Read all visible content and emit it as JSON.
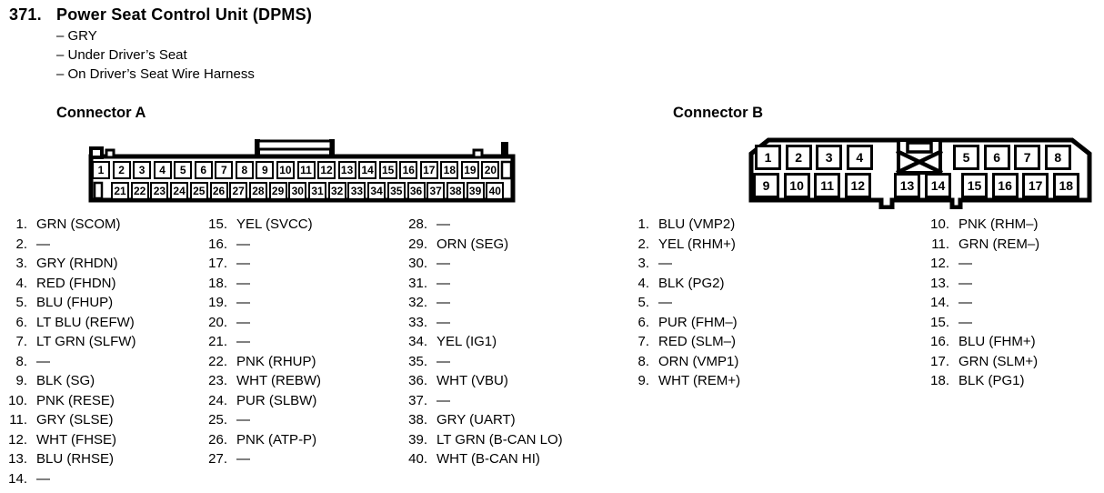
{
  "header": {
    "item_number": "371.",
    "title": "Power Seat Control Unit (DPMS)",
    "details": [
      "– GRY",
      "– Under Driver’s Seat",
      "– On Driver’s Seat Wire Harness"
    ]
  },
  "connector_a": {
    "label": "Connector A",
    "diagram": {
      "row1": [
        "1",
        "2",
        "3",
        "4",
        "5",
        "6",
        "7",
        "8",
        "9",
        "10",
        "11",
        "12",
        "13",
        "14",
        "15",
        "16",
        "17",
        "18",
        "19",
        "20"
      ],
      "row2": [
        "21",
        "22",
        "23",
        "24",
        "25",
        "26",
        "27",
        "28",
        "29",
        "30",
        "31",
        "32",
        "33",
        "34",
        "35",
        "36",
        "37",
        "38",
        "39",
        "40"
      ]
    },
    "pin_columns": [
      [
        {
          "n": "1.",
          "d": "GRN (SCOM)"
        },
        {
          "n": "2.",
          "d": "—"
        },
        {
          "n": "3.",
          "d": "GRY (RHDN)"
        },
        {
          "n": "4.",
          "d": "RED (FHDN)"
        },
        {
          "n": "5.",
          "d": "BLU (FHUP)"
        },
        {
          "n": "6.",
          "d": "LT BLU (REFW)"
        },
        {
          "n": "7.",
          "d": "LT GRN (SLFW)"
        },
        {
          "n": "8.",
          "d": "—"
        },
        {
          "n": "9.",
          "d": "BLK (SG)"
        },
        {
          "n": "10.",
          "d": "PNK (RESE)"
        },
        {
          "n": "11.",
          "d": "GRY (SLSE)"
        },
        {
          "n": "12.",
          "d": "WHT (FHSE)"
        },
        {
          "n": "13.",
          "d": "BLU (RHSE)"
        },
        {
          "n": "14.",
          "d": "—"
        }
      ],
      [
        {
          "n": "15.",
          "d": "YEL (SVCC)"
        },
        {
          "n": "16.",
          "d": "—"
        },
        {
          "n": "17.",
          "d": "—"
        },
        {
          "n": "18.",
          "d": "—"
        },
        {
          "n": "19.",
          "d": "—"
        },
        {
          "n": "20.",
          "d": "—"
        },
        {
          "n": "21.",
          "d": "—"
        },
        {
          "n": "22.",
          "d": "PNK (RHUP)"
        },
        {
          "n": "23.",
          "d": "WHT (REBW)"
        },
        {
          "n": "24.",
          "d": "PUR (SLBW)"
        },
        {
          "n": "25.",
          "d": "—"
        },
        {
          "n": "26.",
          "d": "PNK (ATP-P)"
        },
        {
          "n": "27.",
          "d": "—"
        }
      ],
      [
        {
          "n": "28.",
          "d": "—"
        },
        {
          "n": "29.",
          "d": "ORN (SEG)"
        },
        {
          "n": "30.",
          "d": "—"
        },
        {
          "n": "31.",
          "d": "—"
        },
        {
          "n": "32.",
          "d": "—"
        },
        {
          "n": "33.",
          "d": "—"
        },
        {
          "n": "34.",
          "d": "YEL (IG1)"
        },
        {
          "n": "35.",
          "d": "—"
        },
        {
          "n": "36.",
          "d": "WHT (VBU)"
        },
        {
          "n": "37.",
          "d": "—"
        },
        {
          "n": "38.",
          "d": "GRY (UART)"
        },
        {
          "n": "39.",
          "d": "LT GRN (B-CAN LO)"
        },
        {
          "n": "40.",
          "d": "WHT (B-CAN HI)"
        }
      ]
    ]
  },
  "connector_b": {
    "label": "Connector B",
    "diagram": {
      "row1_left": [
        "1",
        "2",
        "3",
        "4"
      ],
      "row1_right": [
        "5",
        "6",
        "7",
        "8"
      ],
      "row2_left": [
        "9",
        "10",
        "11",
        "12"
      ],
      "row2_mid": [
        "13",
        "14"
      ],
      "row2_right": [
        "15",
        "16",
        "17",
        "18"
      ]
    },
    "pin_columns": [
      [
        {
          "n": "1.",
          "d": "BLU (VMP2)"
        },
        {
          "n": "2.",
          "d": "YEL (RHM+)"
        },
        {
          "n": "3.",
          "d": "—"
        },
        {
          "n": "4.",
          "d": "BLK (PG2)"
        },
        {
          "n": "5.",
          "d": "—"
        },
        {
          "n": "6.",
          "d": "PUR (FHM–)"
        },
        {
          "n": "7.",
          "d": "RED (SLM–)"
        },
        {
          "n": "8.",
          "d": "ORN (VMP1)"
        },
        {
          "n": "9.",
          "d": "WHT (REM+)"
        }
      ],
      [
        {
          "n": "10.",
          "d": "PNK (RHM–)"
        },
        {
          "n": "11.",
          "d": "GRN (REM–)"
        },
        {
          "n": "12.",
          "d": "—"
        },
        {
          "n": "13.",
          "d": "—"
        },
        {
          "n": "14.",
          "d": "—"
        },
        {
          "n": "15.",
          "d": "—"
        },
        {
          "n": "16.",
          "d": "BLU (FHM+)"
        },
        {
          "n": "17.",
          "d": "GRN (SLM+)"
        },
        {
          "n": "18.",
          "d": "BLK (PG1)"
        }
      ]
    ]
  }
}
